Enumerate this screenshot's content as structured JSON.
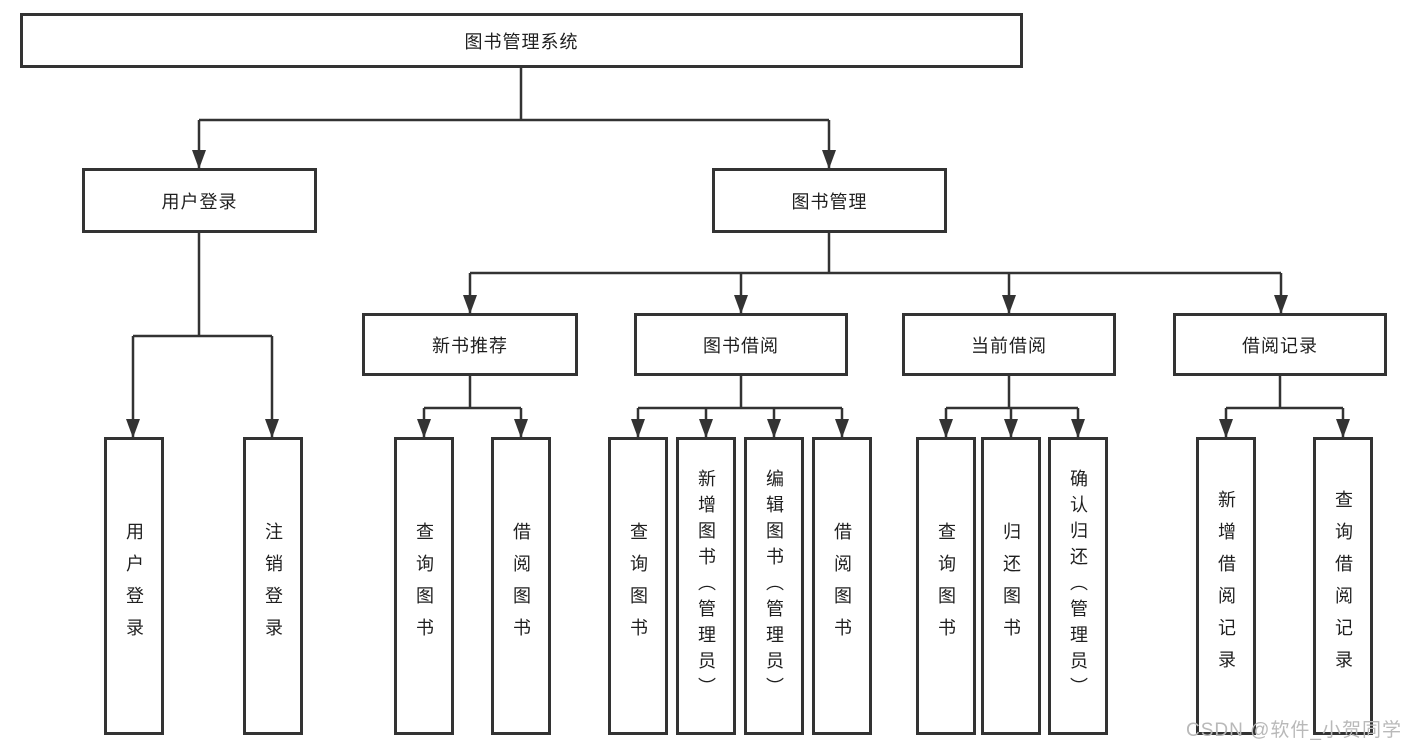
{
  "diagram": {
    "type": "hierarchy-diagram",
    "title": "图书管理系统",
    "watermark": "CSDN @软件_小贺同学",
    "colors": {
      "line": "#333333",
      "box_border": "#333333",
      "box_fill": "#ffffff",
      "text": "#1f1f1f",
      "watermark": "#b9b9b9",
      "background": "#ffffff"
    },
    "nodes": {
      "root": "图书管理系统",
      "user_login": "用户登录",
      "book_mgmt": "图书管理",
      "new_book_rec": "新书推荐",
      "book_borrow": "图书借阅",
      "current_borrow": "当前借阅",
      "borrow_records": "借阅记录",
      "leaf_user_login": "用户登录",
      "leaf_logout": "注销登录",
      "leaf_rec_query": "查询图书",
      "leaf_rec_borrow": "借阅图书",
      "leaf_bb_query": "查询图书",
      "leaf_bb_add": "新增图书（管理员）",
      "leaf_bb_edit": "编辑图书（管理员）",
      "leaf_bb_borrow": "借阅图书",
      "leaf_cb_query": "查询图书",
      "leaf_cb_return": "归还图书",
      "leaf_cb_confirm": "确认归还（管理员）",
      "leaf_br_add": "新增借阅记录",
      "leaf_br_query": "查询借阅记录"
    },
    "hierarchy": {
      "图书管理系统": {
        "用户登录": [
          "用户登录",
          "注销登录"
        ],
        "图书管理": {
          "新书推荐": [
            "查询图书",
            "借阅图书"
          ],
          "图书借阅": [
            "查询图书",
            "新增图书（管理员）",
            "编辑图书（管理员）",
            "借阅图书"
          ],
          "当前借阅": [
            "查询图书",
            "归还图书",
            "确认归还（管理员）"
          ],
          "借阅记录": [
            "新增借阅记录",
            "查询借阅记录"
          ]
        }
      }
    }
  }
}
